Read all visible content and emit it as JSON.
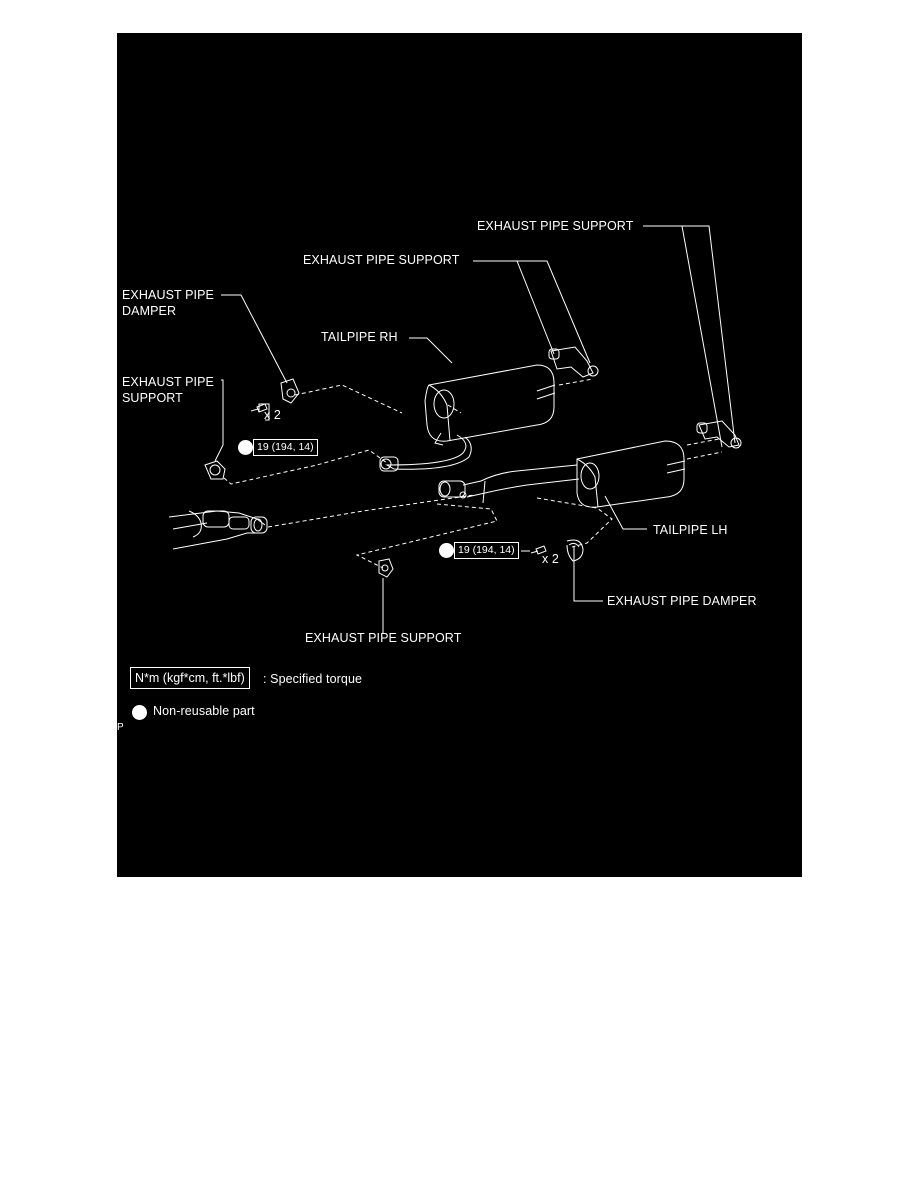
{
  "labels": {
    "support_top_right": "EXHAUST PIPE SUPPORT",
    "support_upper_mid": "EXHAUST PIPE SUPPORT",
    "damper_left_line1": "EXHAUST PIPE",
    "damper_left_line2": "DAMPER",
    "tailpipe_rh": "TAILPIPE RH",
    "support_left_line1": "EXHAUST PIPE",
    "support_left_line2": "SUPPORT",
    "tailpipe_lh": "TAILPIPE LH",
    "damper_right": "EXHAUST PIPE DAMPER",
    "support_bottom": "EXHAUST PIPE SUPPORT"
  },
  "fasteners": {
    "left_qty": "x 2",
    "right_qty": "x 2",
    "left_torque": "19 (194, 14)",
    "right_torque": "19 (194, 14)"
  },
  "legend": {
    "torque_units": "N*m (kgf*cm, ft.*lbf)",
    "torque_desc": ": Specified torque",
    "non_reusable": "Non-reusable part"
  },
  "corner_mark": "P",
  "colors": {
    "background": "#000000",
    "line": "#ffffff",
    "page": "#ffffff"
  }
}
